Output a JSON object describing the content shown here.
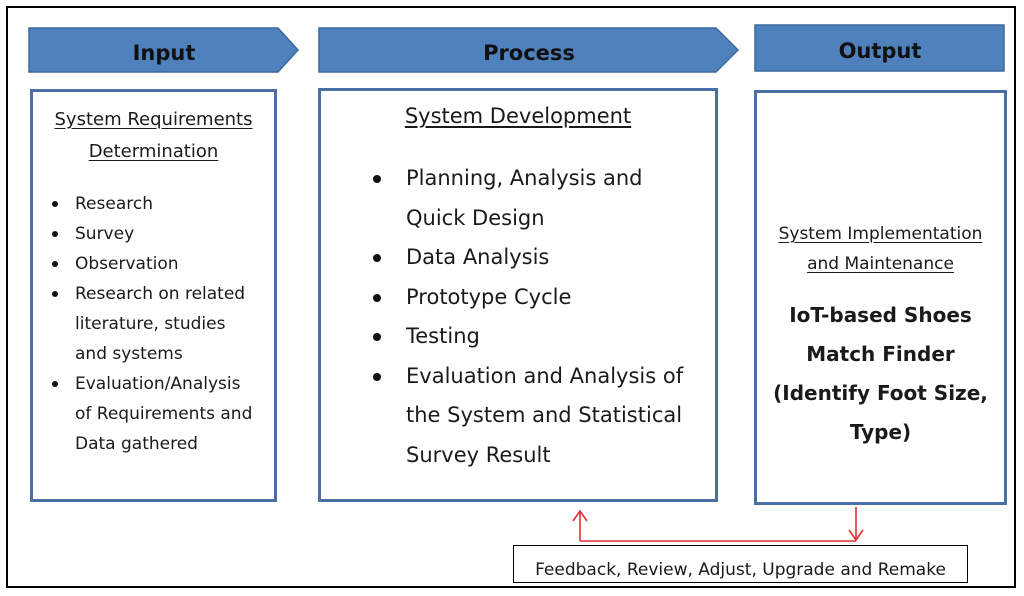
{
  "headers": {
    "input": "Input",
    "process": "Process",
    "output": "Output"
  },
  "input_box": {
    "title_line1": "System Requirements",
    "title_line2": "Determination",
    "items": [
      [
        "Research"
      ],
      [
        "Survey"
      ],
      [
        "Observation"
      ],
      [
        "Research on related",
        "literature, studies",
        "and systems"
      ],
      [
        "Evaluation/Analysis",
        "of Requirements and",
        "Data gathered"
      ]
    ]
  },
  "process_box": {
    "title": "System Development",
    "items": [
      [
        "Planning, Analysis and",
        "Quick Design"
      ],
      [
        "Data Analysis"
      ],
      [
        "Prototype Cycle"
      ],
      [
        "Testing"
      ],
      [
        "Evaluation and Analysis of",
        "the System and Statistical",
        "Survey Result"
      ]
    ]
  },
  "output_box": {
    "subtitle_line1": "System Implementation",
    "subtitle_line2": "and Maintenance",
    "product_lines": [
      "IoT-based Shoes",
      "Match Finder",
      "(Identify Foot Size,",
      "Type)"
    ]
  },
  "feedback": {
    "label": "Feedback, Review, Adjust, Upgrade and Remake"
  },
  "colors": {
    "header_fill": "#4f81bd",
    "box_border": "#4a6fa5",
    "feedback_arrow": "#e03030"
  }
}
